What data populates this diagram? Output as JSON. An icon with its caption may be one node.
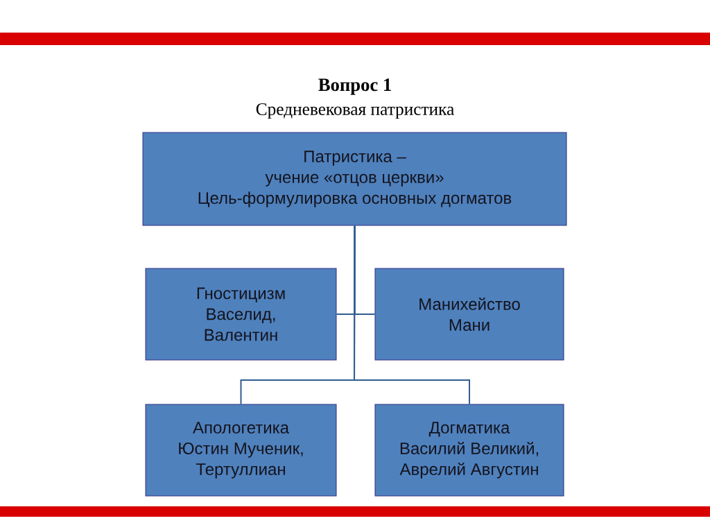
{
  "diagram": {
    "title": "Вопрос 1",
    "nodes": [
      {
        "text": [
          "Патристика –",
          "учение «отцов церкви»",
          "Цель-формулировка основных догматов"
        ]
      },
      {
        "text": [
          "Гностицизм",
          "Васелид,",
          "Валентин"
        ]
      },
      {
        "text": [
          "Манихейство",
          "Мани"
        ]
      },
      {
        "text": [
          "Апологетика",
          "Юстин Мученик,",
          "Тертуллиан"
        ]
      },
      {
        "text": [
          "Догматика",
          "Василий Великий,",
          "Аврелий Августин"
        ]
      }
    ],
    "edges": [
      {
        "from": 0,
        "to": 1,
        "arrow": "none"
      },
      {
        "from": 0,
        "to": 2,
        "arrow": "none"
      },
      {
        "from": 0,
        "to": 3,
        "arrow": "none"
      },
      {
        "from": 0,
        "to": 4,
        "arrow": "none"
      }
    ],
    "labels": [
      "Средневековая патристика"
    ]
  }
}
